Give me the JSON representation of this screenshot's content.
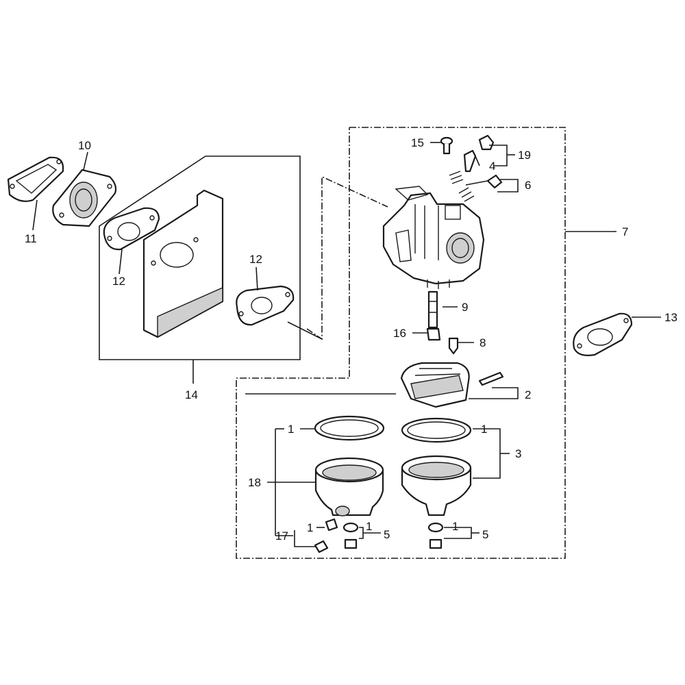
{
  "callouts": {
    "c1a": "1",
    "c1b": "1",
    "c1c": "1",
    "c1d": "1",
    "c1e": "1",
    "c2": "2",
    "c3": "3",
    "c4": "4",
    "c5a": "5",
    "c5b": "5",
    "c6": "6",
    "c7": "7",
    "c8": "8",
    "c9": "9",
    "c10": "10",
    "c11": "11",
    "c12a": "12",
    "c12b": "12",
    "c13": "13",
    "c14": "14",
    "c15": "15",
    "c16": "16",
    "c17": "17",
    "c18": "18",
    "c19": "19"
  }
}
